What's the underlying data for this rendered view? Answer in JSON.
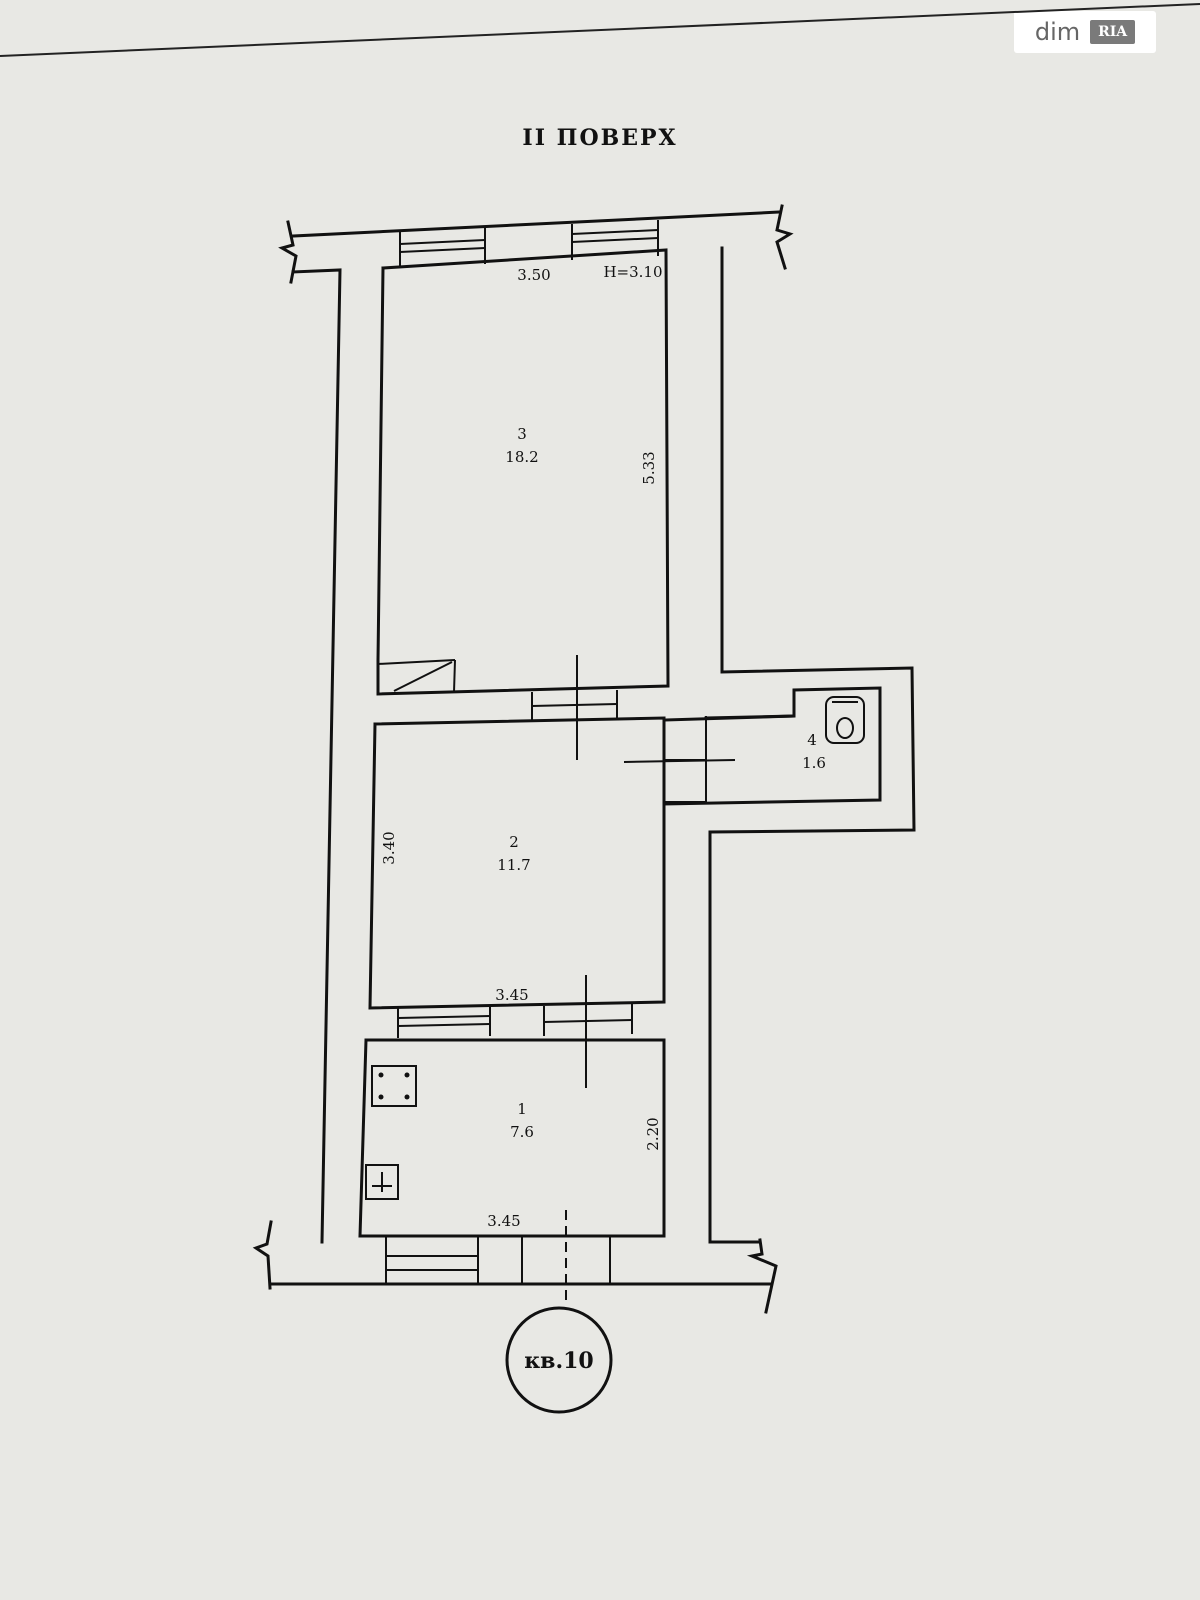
{
  "floor_title": "II ПОВЕРХ",
  "apartment_label": "кв.10",
  "watermark": {
    "text": "dim",
    "logo": "RIA"
  },
  "rooms": [
    {
      "number": "1",
      "area": "7.6"
    },
    {
      "number": "2",
      "area": "11.7"
    },
    {
      "number": "3",
      "area": "18.2"
    },
    {
      "number": "4",
      "area": "1.6"
    }
  ],
  "dimensions": {
    "room3_width": "3.50",
    "ceiling_height": "H=3.10",
    "room3_length": "5.33",
    "room2_length": "3.40",
    "room2_width": "3.45",
    "room1_length": "2.20",
    "room1_width": "3.45"
  }
}
